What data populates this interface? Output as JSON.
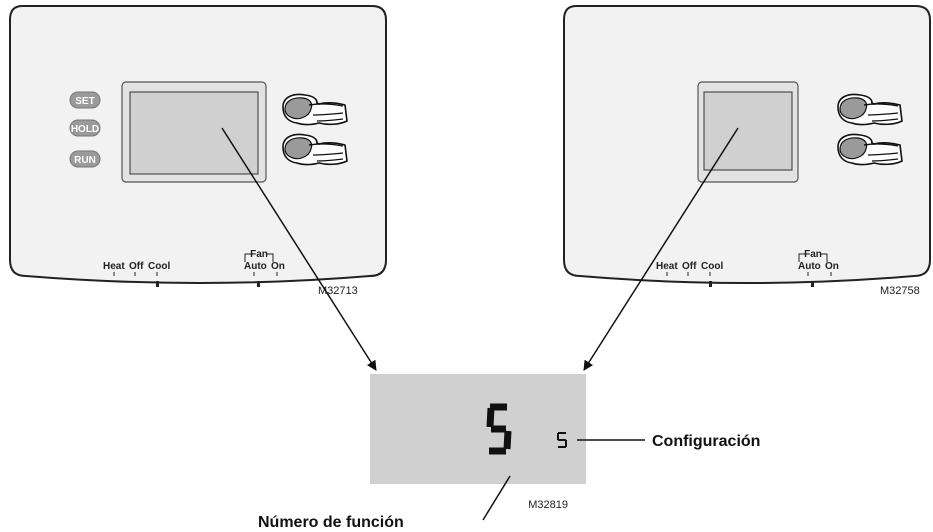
{
  "left_thermostat": {
    "buttons": [
      "SET",
      "HOLD",
      "RUN"
    ],
    "system_switch": [
      "Heat",
      "Off",
      "Cool"
    ],
    "fan_label": "Fan",
    "fan_switch": [
      "Auto",
      "On"
    ],
    "model_code": "M32713"
  },
  "right_thermostat": {
    "system_switch": [
      "Heat",
      "Off",
      "Cool"
    ],
    "fan_label": "Fan",
    "fan_switch": [
      "Auto",
      "On"
    ],
    "model_code": "M32758"
  },
  "display": {
    "function_number": "5",
    "setting_value": "5",
    "model_code": "M32819"
  },
  "callouts": {
    "setting": "Configuración",
    "function_number": "Número de función"
  },
  "colors": {
    "body_fill": "#f2f2f2",
    "screen_fill": "#d0d0d0",
    "button_fill": "#9a9a9a",
    "outline": "#222222"
  }
}
